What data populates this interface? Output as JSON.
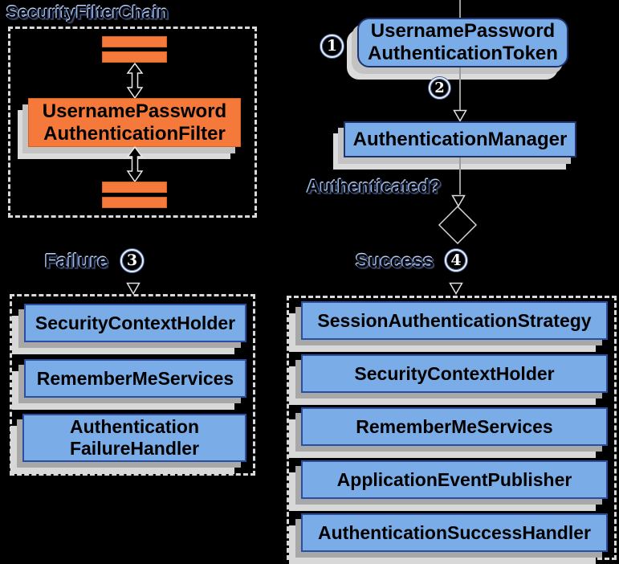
{
  "colors": {
    "background": "#000000",
    "orange_fill": "#f5793b",
    "orange_border": "#d6621f",
    "blue_fill": "#7aade8",
    "blue_border_dark": "#20336e",
    "blue_border_bright": "#2a4fa2",
    "shadow_gray": "#a8a8a8",
    "shadow_light": "#d8d8d8",
    "dash_color": "#d9d9d9",
    "connector_gray": "#9c9c9c"
  },
  "security_filter_chain": {
    "title": "SecurityFilterChain",
    "filter_box_line1": "UsernamePassword",
    "filter_box_line2": "AuthenticationFilter"
  },
  "auth_flow": {
    "step1_number": "1",
    "token_box_line1": "UsernamePassword",
    "token_box_line2": "AuthenticationToken",
    "step2_number": "2",
    "manager_label": "AuthenticationManager",
    "authenticated_question": "Authenticated?",
    "failure_label": "Failure",
    "step3_number": "3",
    "success_label": "Success",
    "step4_number": "4"
  },
  "failure_branch": {
    "items": [
      "SecurityContextHolder",
      "RememberMeServices"
    ],
    "failure_handler_line1": "Authentication",
    "failure_handler_line2": "FailureHandler"
  },
  "success_branch": {
    "items": [
      "SessionAuthenticationStrategy",
      "SecurityContextHolder",
      "RememberMeServices",
      "ApplicationEventPublisher",
      "AuthenticationSuccessHandler"
    ]
  }
}
